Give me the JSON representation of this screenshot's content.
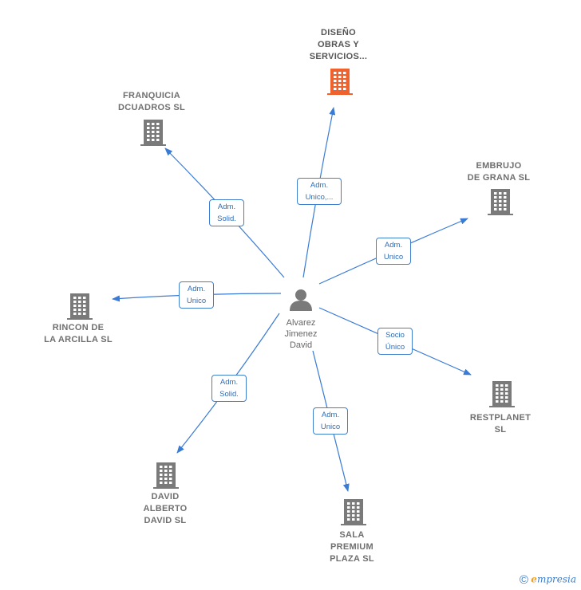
{
  "center": {
    "name": "Alvarez\nJimenez\nDavid",
    "icon": "person-icon"
  },
  "companies": [
    {
      "id": "diseno",
      "name": "DISEÑO\nOBRAS Y\nSERVICIOS...",
      "icon": "building-icon",
      "highlight": true,
      "role": "Adm.\nUnico,..."
    },
    {
      "id": "franquicia",
      "name": "FRANQUICIA\nDCUADROS SL",
      "icon": "building-icon",
      "highlight": false,
      "role": "Adm.\nSolid."
    },
    {
      "id": "embrujo",
      "name": "EMBRUJO\nDE GRANA SL",
      "icon": "building-icon",
      "highlight": false,
      "role": "Adm.\nUnico"
    },
    {
      "id": "rincon",
      "name": "RINCON DE\nLA ARCILLA SL",
      "icon": "building-icon",
      "highlight": false,
      "role": "Adm.\nUnico"
    },
    {
      "id": "restplanet",
      "name": "RESTPLANET\nSL",
      "icon": "building-icon",
      "highlight": false,
      "role": "Socio\nÚnico"
    },
    {
      "id": "david-alberto",
      "name": "DAVID\nALBERTO\nDAVID SL",
      "icon": "building-icon",
      "highlight": false,
      "role": "Adm.\nSolid."
    },
    {
      "id": "sala",
      "name": "SALA\nPREMIUM\nPLAZA SL",
      "icon": "building-icon",
      "highlight": false,
      "role": "Adm.\nUnico"
    }
  ],
  "colors": {
    "edge": "#3a7bd5",
    "building": "#7a7a7a",
    "highlight": "#f0622d",
    "person": "#7a7a7a"
  },
  "footer": {
    "copyright": "©",
    "brand_e": "e",
    "brand_rest": "mpresia"
  }
}
